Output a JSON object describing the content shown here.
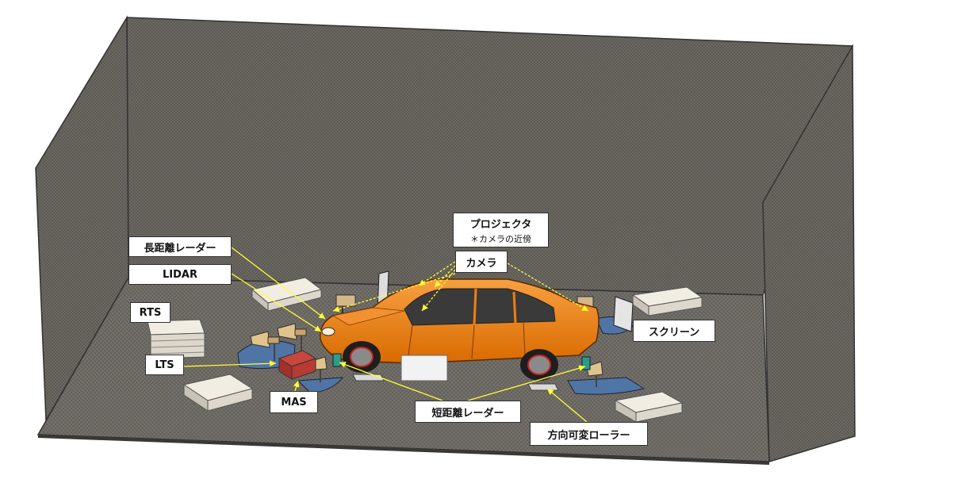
{
  "labels": {
    "long_range_radar": "長距離レーダー",
    "lidar": "LIDAR",
    "rts": "RTS",
    "lts": "LTS",
    "mas": "MAS",
    "projector": "プロジェクタ",
    "projector_note": "＊カメラの近傍",
    "camera": "カメラ",
    "screen": "スクリーン",
    "short_range_radar": "短距離レーダー",
    "variable_roller": "方向可変ローラー"
  },
  "colors": {
    "wall": "#6e6a63",
    "floor": "#6d6a64",
    "car_body": "#f07f10",
    "leader_line": "#ffff33",
    "mat": "#4f75a6"
  }
}
